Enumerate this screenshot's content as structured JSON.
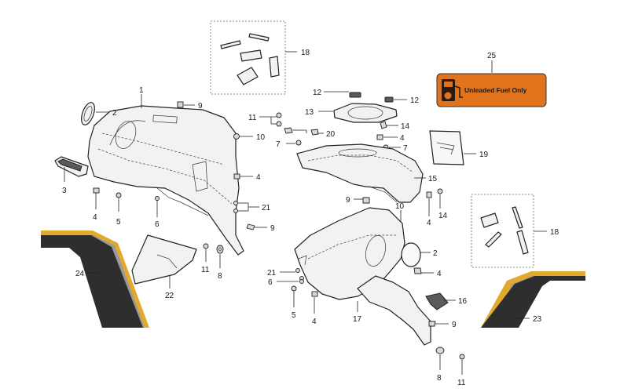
{
  "fuel_label_text": "Unleaded Fuel Only",
  "fuel_label_color": "#e0731c",
  "callouts": [
    {
      "id": "c1",
      "text": "1"
    },
    {
      "id": "c2a",
      "text": "2"
    },
    {
      "id": "c2b",
      "text": "2"
    },
    {
      "id": "c3",
      "text": "3"
    },
    {
      "id": "c4a",
      "text": "4"
    },
    {
      "id": "c4b",
      "text": "4"
    },
    {
      "id": "c4c",
      "text": "4"
    },
    {
      "id": "c4d",
      "text": "4"
    },
    {
      "id": "c4e",
      "text": "4"
    },
    {
      "id": "c4f",
      "text": "4"
    },
    {
      "id": "c5a",
      "text": "5"
    },
    {
      "id": "c5b",
      "text": "5"
    },
    {
      "id": "c6a",
      "text": "6"
    },
    {
      "id": "c6b",
      "text": "6"
    },
    {
      "id": "c7a",
      "text": "7"
    },
    {
      "id": "c7b",
      "text": "7"
    },
    {
      "id": "c8a",
      "text": "8"
    },
    {
      "id": "c8b",
      "text": "8"
    },
    {
      "id": "c9a",
      "text": "9"
    },
    {
      "id": "c9b",
      "text": "9"
    },
    {
      "id": "c9c",
      "text": "9"
    },
    {
      "id": "c9d",
      "text": "9"
    },
    {
      "id": "c10a",
      "text": "10"
    },
    {
      "id": "c10b",
      "text": "10"
    },
    {
      "id": "c11a",
      "text": "11"
    },
    {
      "id": "c11b",
      "text": "11"
    },
    {
      "id": "c11c",
      "text": "11"
    },
    {
      "id": "c12a",
      "text": "12"
    },
    {
      "id": "c12b",
      "text": "12"
    },
    {
      "id": "c13",
      "text": "13"
    },
    {
      "id": "c14a",
      "text": "14"
    },
    {
      "id": "c14b",
      "text": "14"
    },
    {
      "id": "c15",
      "text": "15"
    },
    {
      "id": "c16",
      "text": "16"
    },
    {
      "id": "c17",
      "text": "17"
    },
    {
      "id": "c18a",
      "text": "18"
    },
    {
      "id": "c18b",
      "text": "18"
    },
    {
      "id": "c19",
      "text": "19"
    },
    {
      "id": "c20",
      "text": "20"
    },
    {
      "id": "c21a",
      "text": "21"
    },
    {
      "id": "c21b",
      "text": "21"
    },
    {
      "id": "c22",
      "text": "22"
    },
    {
      "id": "c23",
      "text": "23"
    },
    {
      "id": "c24",
      "text": "24"
    },
    {
      "id": "c25",
      "text": "25"
    }
  ]
}
